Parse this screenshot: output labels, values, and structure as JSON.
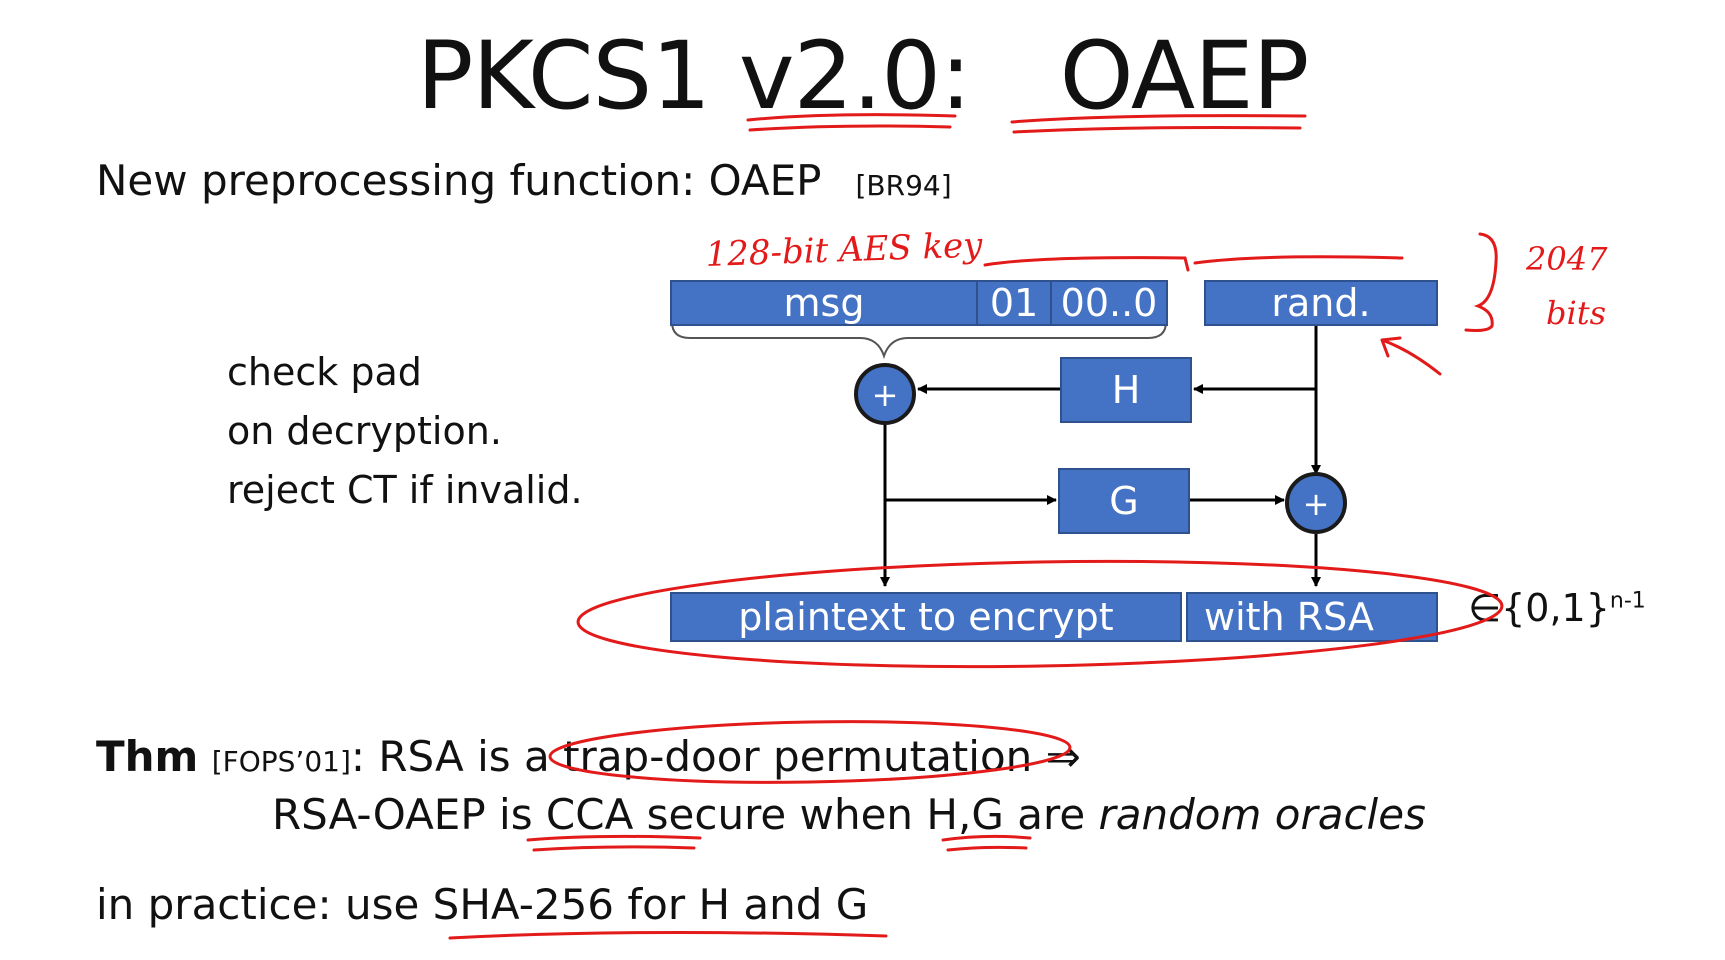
{
  "title": {
    "part1": "PKCS1",
    "part2": "v2.0:",
    "part3": "OAEP"
  },
  "subtitle": {
    "text": "New preprocessing function:  OAEP",
    "ref": "[BR94]"
  },
  "notes": [
    "check pad",
    "on decryption.",
    "reject CT if invalid."
  ],
  "diagram": {
    "msg": "msg",
    "pad1": "01",
    "pad2": "00..0",
    "rand": "rand.",
    "h": "H",
    "g": "G",
    "xor_symbol": "+",
    "out_left": "plaintext to encrypt",
    "out_right": "with RSA",
    "set_text": "∈{0,1}",
    "set_sup": "n-1"
  },
  "handwriting": {
    "aes_key": "128-bit AES key",
    "bits_num": "2047",
    "bits_word": "bits"
  },
  "theorem": {
    "label": "Thm",
    "ref": "[FOPS’01]",
    "line1_a": ": RSA is a ",
    "line1_b": "trap-door permutation",
    "implies": " ⇒",
    "line2_a": "RSA-OAEP is CCA secure when  H,G  are ",
    "line2_b": "random oracles"
  },
  "practice": {
    "text": "in practice:  use SHA-256 for H and G"
  },
  "colors": {
    "box_fill": "#4472c4",
    "box_border": "#2f528f",
    "ink": "#e31a1a"
  }
}
